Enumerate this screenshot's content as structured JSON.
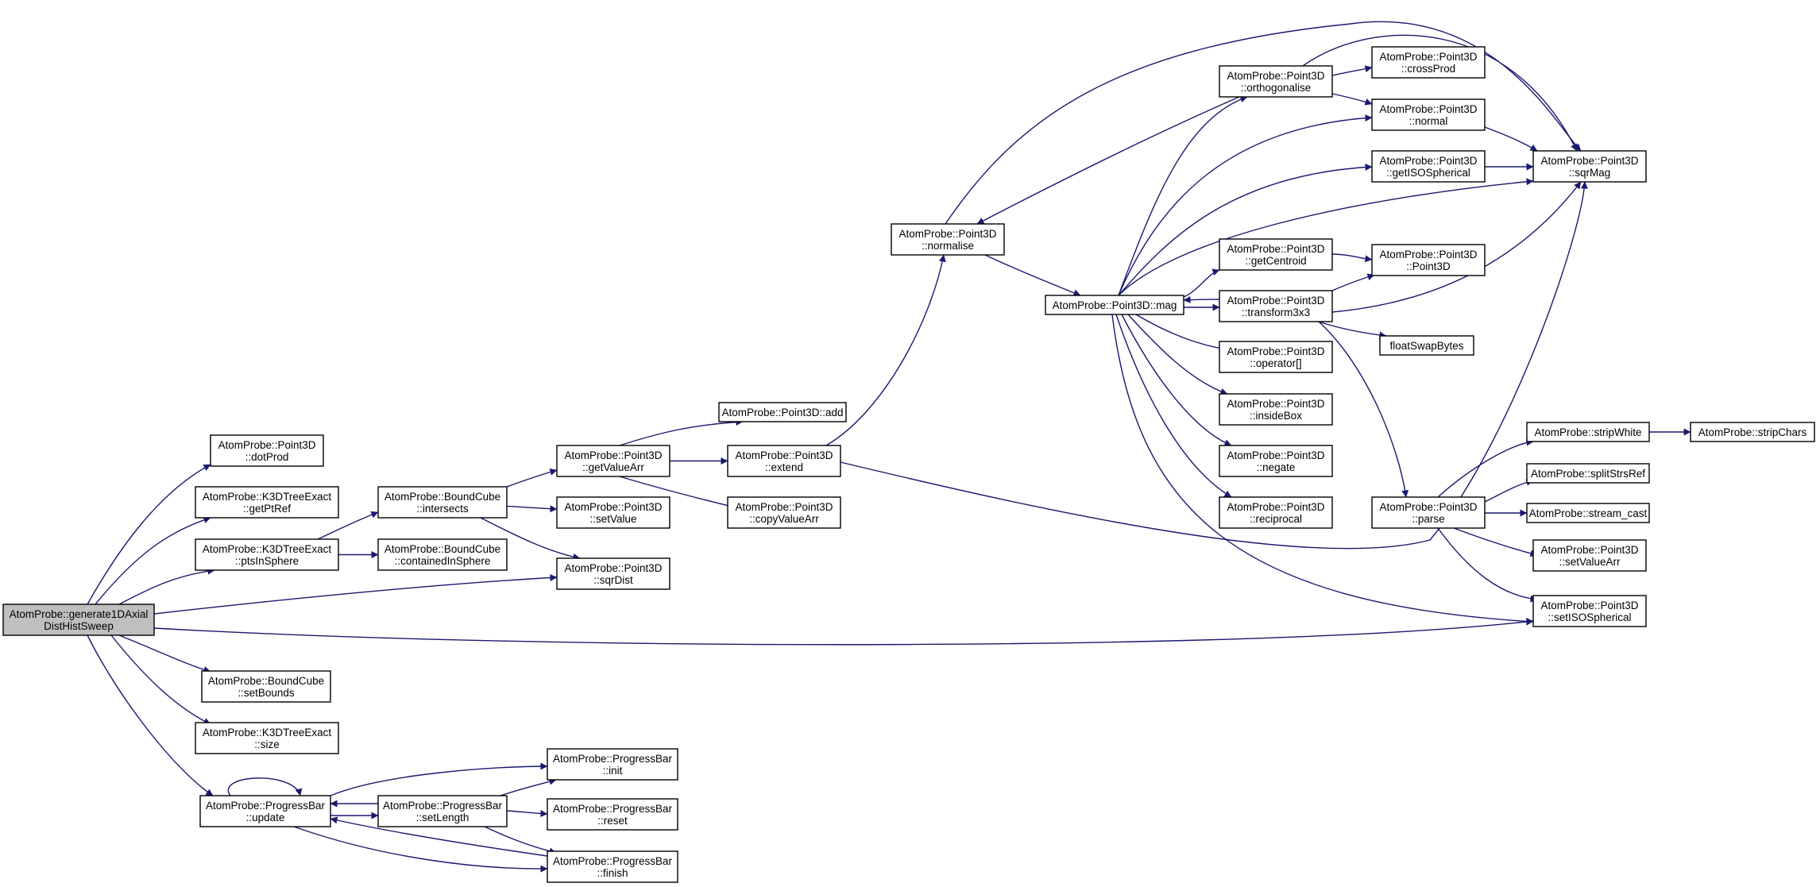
{
  "graph": {
    "colors": {
      "edge": "#191970",
      "node_border": "#000000",
      "node_fill": "#ffffff",
      "root_fill": "#bfbfbf"
    },
    "nodes": {
      "root": {
        "lines": [
          "AtomProbe::generate1DAxial",
          "DistHistSweep"
        ]
      },
      "dotProd": {
        "lines": [
          "AtomProbe::Point3D",
          "::dotProd"
        ]
      },
      "getPtRef": {
        "lines": [
          "AtomProbe::K3DTreeExact",
          "::getPtRef"
        ]
      },
      "ptsInSphere": {
        "lines": [
          "AtomProbe::K3DTreeExact",
          "::ptsInSphere"
        ]
      },
      "setBounds": {
        "lines": [
          "AtomProbe::BoundCube",
          "::setBounds"
        ]
      },
      "size": {
        "lines": [
          "AtomProbe::K3DTreeExact",
          "::size"
        ]
      },
      "pbUpdate": {
        "lines": [
          "AtomProbe::ProgressBar",
          "::update"
        ]
      },
      "intersects": {
        "lines": [
          "AtomProbe::BoundCube",
          "::intersects"
        ]
      },
      "containedInSphere": {
        "lines": [
          "AtomProbe::BoundCube",
          "::containedInSphere"
        ]
      },
      "pbSetLength": {
        "lines": [
          "AtomProbe::ProgressBar",
          "::setLength"
        ]
      },
      "getValueArr": {
        "lines": [
          "AtomProbe::Point3D",
          "::getValueArr"
        ]
      },
      "setValue": {
        "lines": [
          "AtomProbe::Point3D",
          "::setValue"
        ]
      },
      "sqrDist": {
        "lines": [
          "AtomProbe::Point3D",
          "::sqrDist"
        ]
      },
      "pbInit": {
        "lines": [
          "AtomProbe::ProgressBar",
          "::init"
        ]
      },
      "pbReset": {
        "lines": [
          "AtomProbe::ProgressBar",
          "::reset"
        ]
      },
      "pbFinish": {
        "lines": [
          "AtomProbe::ProgressBar",
          "::finish"
        ]
      },
      "add": {
        "lines": [
          "AtomProbe::Point3D::add"
        ]
      },
      "extend": {
        "lines": [
          "AtomProbe::Point3D",
          "::extend"
        ]
      },
      "copyValueArr": {
        "lines": [
          "AtomProbe::Point3D",
          "::copyValueArr"
        ]
      },
      "normalise": {
        "lines": [
          "AtomProbe::Point3D",
          "::normalise"
        ]
      },
      "mag": {
        "lines": [
          "AtomProbe::Point3D::mag"
        ]
      },
      "orthogonalise": {
        "lines": [
          "AtomProbe::Point3D",
          "::orthogonalise"
        ]
      },
      "getCentroid": {
        "lines": [
          "AtomProbe::Point3D",
          "::getCentroid"
        ]
      },
      "transform3x3": {
        "lines": [
          "AtomProbe::Point3D",
          "::transform3x3"
        ]
      },
      "operatorIdx": {
        "lines": [
          "AtomProbe::Point3D",
          "::operator[]"
        ]
      },
      "insideBox": {
        "lines": [
          "AtomProbe::Point3D",
          "::insideBox"
        ]
      },
      "negate": {
        "lines": [
          "AtomProbe::Point3D",
          "::negate"
        ]
      },
      "reciprocal": {
        "lines": [
          "AtomProbe::Point3D",
          "::reciprocal"
        ]
      },
      "crossProd": {
        "lines": [
          "AtomProbe::Point3D",
          "::crossProd"
        ]
      },
      "normal": {
        "lines": [
          "AtomProbe::Point3D",
          "::normal"
        ]
      },
      "getISOSpherical": {
        "lines": [
          "AtomProbe::Point3D",
          "::getISOSpherical"
        ]
      },
      "point3dCtor": {
        "lines": [
          "AtomProbe::Point3D",
          "::Point3D"
        ]
      },
      "floatSwapBytes": {
        "lines": [
          "floatSwapBytes"
        ]
      },
      "parse": {
        "lines": [
          "AtomProbe::Point3D",
          "::parse"
        ]
      },
      "sqrMag": {
        "lines": [
          "AtomProbe::Point3D",
          "::sqrMag"
        ]
      },
      "stripWhite": {
        "lines": [
          "AtomProbe::stripWhite"
        ]
      },
      "stripChars": {
        "lines": [
          "AtomProbe::stripChars"
        ]
      },
      "splitStrsRef": {
        "lines": [
          "AtomProbe::splitStrsRef"
        ]
      },
      "streamCast": {
        "lines": [
          "AtomProbe::stream_cast"
        ]
      },
      "setValueArr": {
        "lines": [
          "AtomProbe::Point3D",
          "::setValueArr"
        ]
      },
      "setISOSpherical": {
        "lines": [
          "AtomProbe::Point3D",
          "::setISOSpherical"
        ]
      }
    },
    "edges": [
      [
        "root",
        "dotProd"
      ],
      [
        "root",
        "getPtRef"
      ],
      [
        "root",
        "ptsInSphere"
      ],
      [
        "root",
        "sqrDist"
      ],
      [
        "root",
        "setISOSpherical"
      ],
      [
        "root",
        "setBounds"
      ],
      [
        "root",
        "size"
      ],
      [
        "root",
        "pbUpdate"
      ],
      [
        "ptsInSphere",
        "intersects"
      ],
      [
        "ptsInSphere",
        "containedInSphere"
      ],
      [
        "intersects",
        "getValueArr"
      ],
      [
        "intersects",
        "setValue"
      ],
      [
        "intersects",
        "sqrDist"
      ],
      [
        "getValueArr",
        "add"
      ],
      [
        "getValueArr",
        "extend"
      ],
      [
        "getValueArr",
        "copyValueArr"
      ],
      [
        "extend",
        "normalise"
      ],
      [
        "extend",
        "sqrMag"
      ],
      [
        "normalise",
        "mag"
      ],
      [
        "orthogonalise",
        "normalise"
      ],
      [
        "normalise",
        "sqrMag"
      ],
      [
        "mag",
        "orthogonalise"
      ],
      [
        "mag",
        "normal"
      ],
      [
        "mag",
        "getISOSpherical"
      ],
      [
        "mag",
        "sqrMag"
      ],
      [
        "mag",
        "getCentroid"
      ],
      [
        "mag",
        "transform3x3"
      ],
      [
        "transform3x3",
        "mag"
      ],
      [
        "mag",
        "operatorIdx"
      ],
      [
        "mag",
        "insideBox"
      ],
      [
        "mag",
        "negate"
      ],
      [
        "mag",
        "reciprocal"
      ],
      [
        "mag",
        "setISOSpherical"
      ],
      [
        "orthogonalise",
        "crossProd"
      ],
      [
        "orthogonalise",
        "normal"
      ],
      [
        "orthogonalise",
        "sqrMag"
      ],
      [
        "normal",
        "sqrMag"
      ],
      [
        "getISOSpherical",
        "sqrMag"
      ],
      [
        "getCentroid",
        "point3dCtor"
      ],
      [
        "transform3x3",
        "point3dCtor"
      ],
      [
        "transform3x3",
        "sqrMag"
      ],
      [
        "transform3x3",
        "floatSwapBytes"
      ],
      [
        "transform3x3",
        "parse"
      ],
      [
        "parse",
        "stripWhite"
      ],
      [
        "parse",
        "splitStrsRef"
      ],
      [
        "parse",
        "streamCast"
      ],
      [
        "parse",
        "setValueArr"
      ],
      [
        "parse",
        "setISOSpherical"
      ],
      [
        "stripWhite",
        "stripChars"
      ],
      [
        "pbUpdate",
        "pbUpdate"
      ],
      [
        "pbUpdate",
        "pbInit"
      ],
      [
        "pbUpdate",
        "pbSetLength"
      ],
      [
        "pbUpdate",
        "pbFinish"
      ],
      [
        "pbSetLength",
        "pbUpdate"
      ],
      [
        "pbSetLength",
        "pbInit"
      ],
      [
        "pbSetLength",
        "pbReset"
      ],
      [
        "pbSetLength",
        "pbFinish"
      ],
      [
        "pbFinish",
        "pbUpdate"
      ]
    ]
  }
}
